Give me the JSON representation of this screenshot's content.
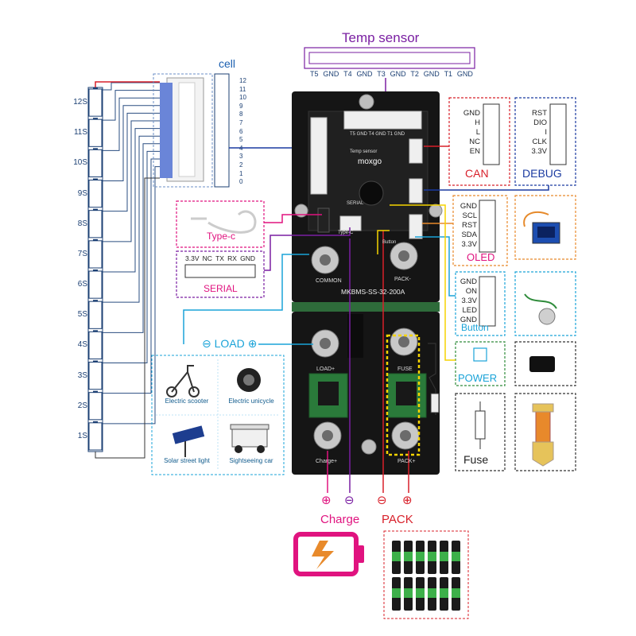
{
  "temp_sensor": {
    "title": "Temp sensor",
    "pins": [
      "T5",
      "GND",
      "T4",
      "GND",
      "T3",
      "GND",
      "T2",
      "GND",
      "T1",
      "GND"
    ]
  },
  "cell": {
    "title": "cell",
    "pin_numbers": [
      "12",
      "11",
      "10",
      "9",
      "8",
      "7",
      "6",
      "5",
      "4",
      "3",
      "2",
      "1",
      "0"
    ],
    "series": [
      "12S",
      "11S",
      "10S",
      "9S",
      "8S",
      "7S",
      "6S",
      "5S",
      "4S",
      "3S",
      "2S",
      "1S"
    ]
  },
  "can": {
    "title": "CAN",
    "pins": [
      "GND",
      "H",
      "L",
      "NC",
      "EN"
    ]
  },
  "debug": {
    "title": "DEBUG",
    "pins": [
      "RST",
      "DIO",
      "I",
      "CLK",
      "3.3V"
    ]
  },
  "oled": {
    "title": "OLED",
    "pins": [
      "GND",
      "SCL",
      "RST",
      "SDA",
      "3.3V"
    ]
  },
  "button": {
    "title": "Button",
    "pins": [
      "GND",
      "ON",
      "3.3V",
      "LED",
      "GND"
    ]
  },
  "power": {
    "title": "POWER"
  },
  "fuse": {
    "title": "Fuse"
  },
  "typec": {
    "title": "Type-c"
  },
  "serial": {
    "title": "SERIAL",
    "pins": [
      "3.3V",
      "NC",
      "TX",
      "RX",
      "GND"
    ]
  },
  "load": {
    "minus": "⊖",
    "label": "LOAD",
    "plus": "⊕"
  },
  "applications": [
    {
      "label": "Electric scooter"
    },
    {
      "label": "Electric unicycle"
    },
    {
      "label": "Solar street light"
    },
    {
      "label": "Sightseeing car"
    }
  ],
  "board": {
    "brand": "moxgo",
    "model": "MKBMS-SS-32-200A",
    "silk": {
      "common": "COMMON",
      "pack_minus": "PACK-",
      "load_plus": "LOAD+",
      "fuse": "FUSE",
      "charge_plus": "Charge+",
      "pack_plus": "PACK+",
      "temp_sensor": "Temp sensor",
      "temp_pins": "T5 GND T4 GND T1 GND",
      "serial": "SERIAL",
      "typec": "Type-C",
      "button": "Button"
    }
  },
  "charge": {
    "plus": "⊕",
    "minus": "⊖",
    "label": "Charge"
  },
  "pack": {
    "minus": "⊖",
    "plus": "⊕",
    "label": "PACK"
  },
  "colors": {
    "purple": "#7a1fa2",
    "red": "#d8202a",
    "blue": "#1a3aa0",
    "cyan": "#1aa3d8",
    "orange": "#e8892b",
    "magenta": "#e0137f",
    "yellow": "#f5d400",
    "green": "#2e8b3a"
  }
}
